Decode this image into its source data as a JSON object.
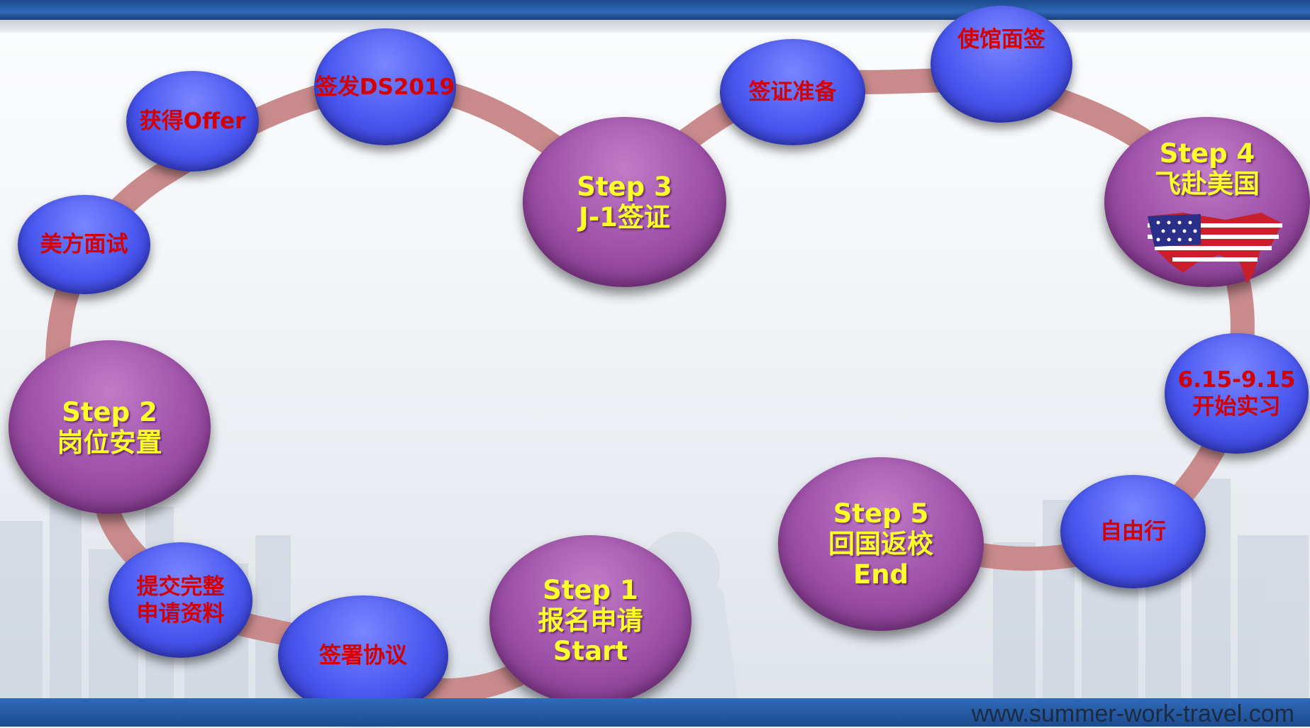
{
  "nodes": {
    "get_offer": "获得Offer",
    "issue_ds2019": "签发DS2019",
    "us_interview": "美方面试",
    "visa_prep": "签证准备",
    "embassy_interview": "使馆面签",
    "step3": "Step 3\nJ-1签证",
    "step4": "Step 4\n飞赴美国",
    "step2": "Step 2\n岗位安置",
    "internship": "6.15-9.15\n开始实习",
    "free_travel": "自由行",
    "step5": "Step 5\n回国返校\nEnd",
    "submit_docs": "提交完整\n申请资料",
    "sign_agreement": "签署协议",
    "step1": "Step 1\n报名申请\nStart"
  },
  "footer": {
    "url": "www.summer-work-travel.com"
  },
  "colors": {
    "small_node": "#4a57f0",
    "big_node": "#9c4fa6",
    "small_text": "#d40000",
    "big_text": "#ffff2a",
    "ring": "#c98a8c",
    "bar": "#2f6bb9"
  }
}
